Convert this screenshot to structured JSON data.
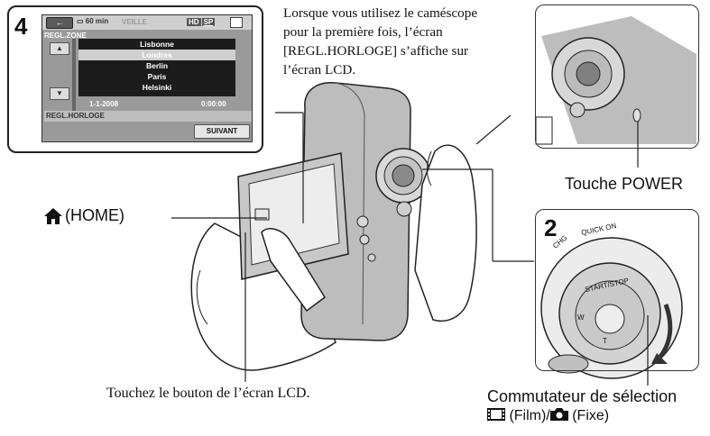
{
  "step4": {
    "number": "4",
    "screen": {
      "back_icon": "←",
      "battery": "60 min",
      "mode": "VEILLE",
      "hd": "HD",
      "quality": "SP",
      "zone_label": "REGL.ZONE",
      "cities": [
        "Lisbonne",
        "Londres",
        "Berlin",
        "Paris",
        "Helsinki"
      ],
      "selected_index": 1,
      "date": "1-1-2008",
      "time": "0:00:00",
      "clock_label": "REGL.HORLOGE",
      "next_button": "SUIVANT"
    }
  },
  "intro_text": "Lorsque vous utilisez le caméscope pour la première fois, l’écran [REGL.HORLOGE] s’affiche sur l’écran LCD.",
  "power_label": "Touche POWER",
  "home_label": "(HOME)",
  "step2": {
    "number": "2",
    "dial_labels": {
      "chg": "CHG",
      "quick_on": "QUICK ON",
      "start_stop": "START/STOP",
      "w": "W",
      "t": "T"
    }
  },
  "touch_caption": "Touchez le bouton de l’écran LCD.",
  "switch_caption": "Commutateur de sélection",
  "switch_sub": {
    "film": "(Film)/",
    "photo": "(Fixe)"
  }
}
